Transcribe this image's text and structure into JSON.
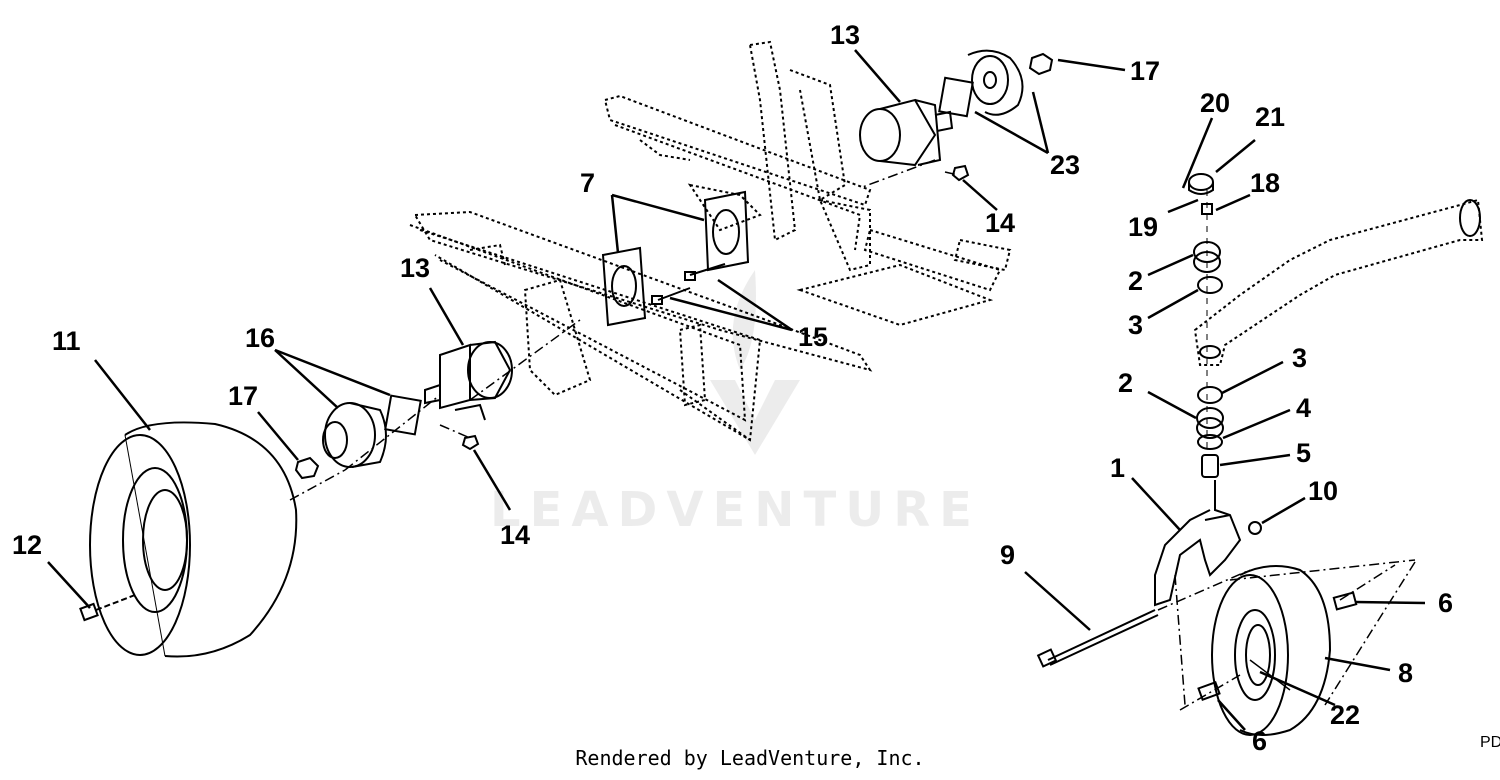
{
  "watermark": "LEADVENTURE",
  "footer": "Rendered by LeadVenture, Inc.",
  "corner_code": "PD",
  "callouts": [
    {
      "id": "c13a",
      "label": "13"
    },
    {
      "id": "c17a",
      "label": "17"
    },
    {
      "id": "c23",
      "label": "23"
    },
    {
      "id": "c20",
      "label": "20"
    },
    {
      "id": "c21",
      "label": "21"
    },
    {
      "id": "c18",
      "label": "18"
    },
    {
      "id": "c19",
      "label": "19"
    },
    {
      "id": "c14a",
      "label": "14"
    },
    {
      "id": "c7",
      "label": "7"
    },
    {
      "id": "c2a",
      "label": "2"
    },
    {
      "id": "c3a",
      "label": "3"
    },
    {
      "id": "c13b",
      "label": "13"
    },
    {
      "id": "c15",
      "label": "15"
    },
    {
      "id": "c11",
      "label": "11"
    },
    {
      "id": "c16",
      "label": "16"
    },
    {
      "id": "c17b",
      "label": "17"
    },
    {
      "id": "c3b",
      "label": "3"
    },
    {
      "id": "c2b",
      "label": "2"
    },
    {
      "id": "c4",
      "label": "4"
    },
    {
      "id": "c5",
      "label": "5"
    },
    {
      "id": "c1",
      "label": "1"
    },
    {
      "id": "c10",
      "label": "10"
    },
    {
      "id": "c14b",
      "label": "14"
    },
    {
      "id": "c12",
      "label": "12"
    },
    {
      "id": "c9",
      "label": "9"
    },
    {
      "id": "c6a",
      "label": "6"
    },
    {
      "id": "c8",
      "label": "8"
    },
    {
      "id": "c22",
      "label": "22"
    },
    {
      "id": "c6b",
      "label": "6"
    }
  ]
}
